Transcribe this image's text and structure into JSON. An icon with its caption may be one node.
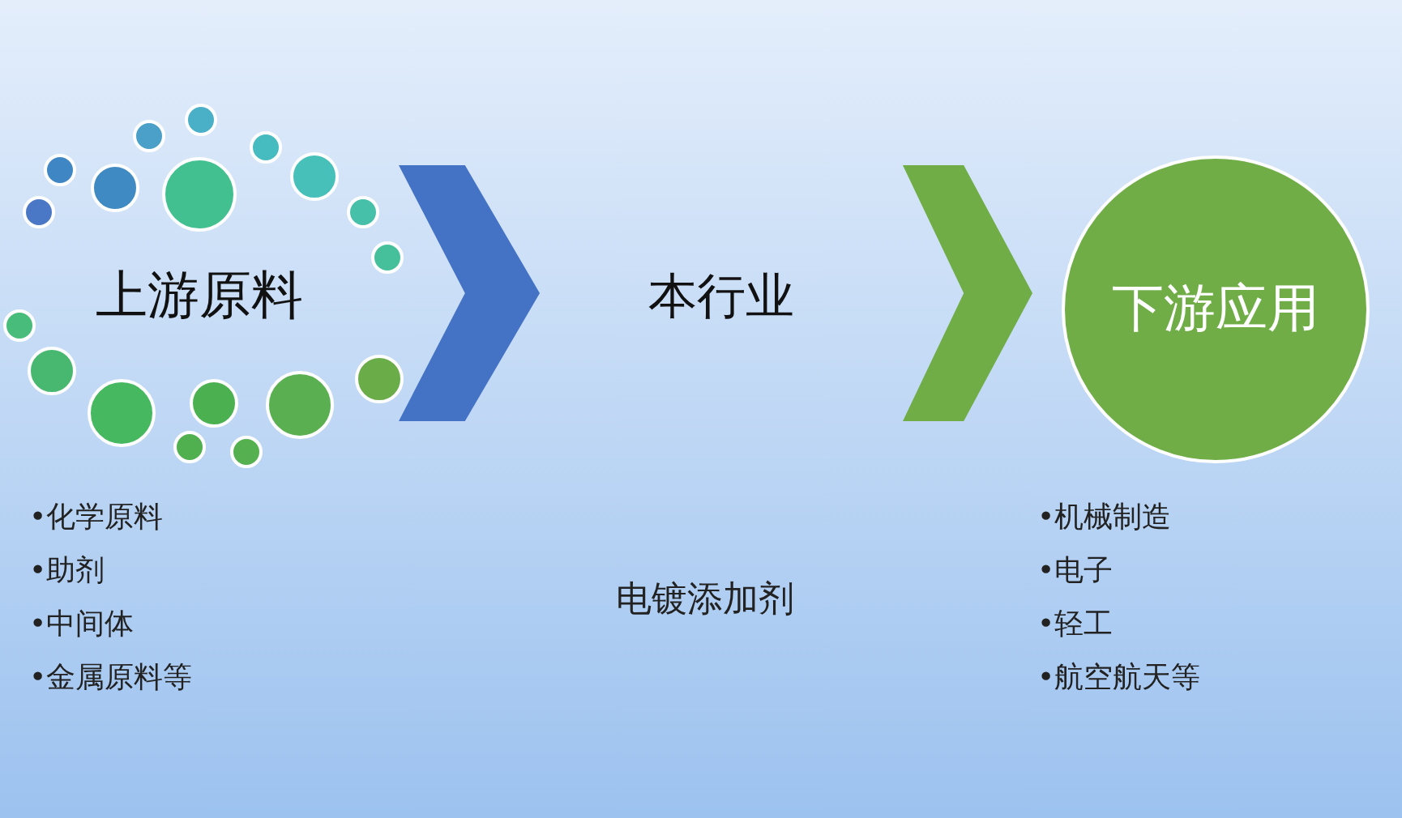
{
  "diagram": {
    "nodes": [
      {
        "text": [
          "上游原料"
        ]
      },
      {
        "text": [
          "本行业"
        ]
      },
      {
        "text": [
          "下游应用"
        ]
      }
    ],
    "edges": [
      {
        "from": 0,
        "to": 1,
        "arrow": "to",
        "color": "#4472c4"
      },
      {
        "from": 1,
        "to": 2,
        "arrow": "to",
        "color": "#70ad47"
      }
    ],
    "labels": [
      "•化学原料",
      "•助剂",
      "•中间体",
      "•金属原料等",
      "电镀添加剂",
      "•机械制造",
      "•电子",
      "•轻工",
      "•航空航天等"
    ]
  }
}
